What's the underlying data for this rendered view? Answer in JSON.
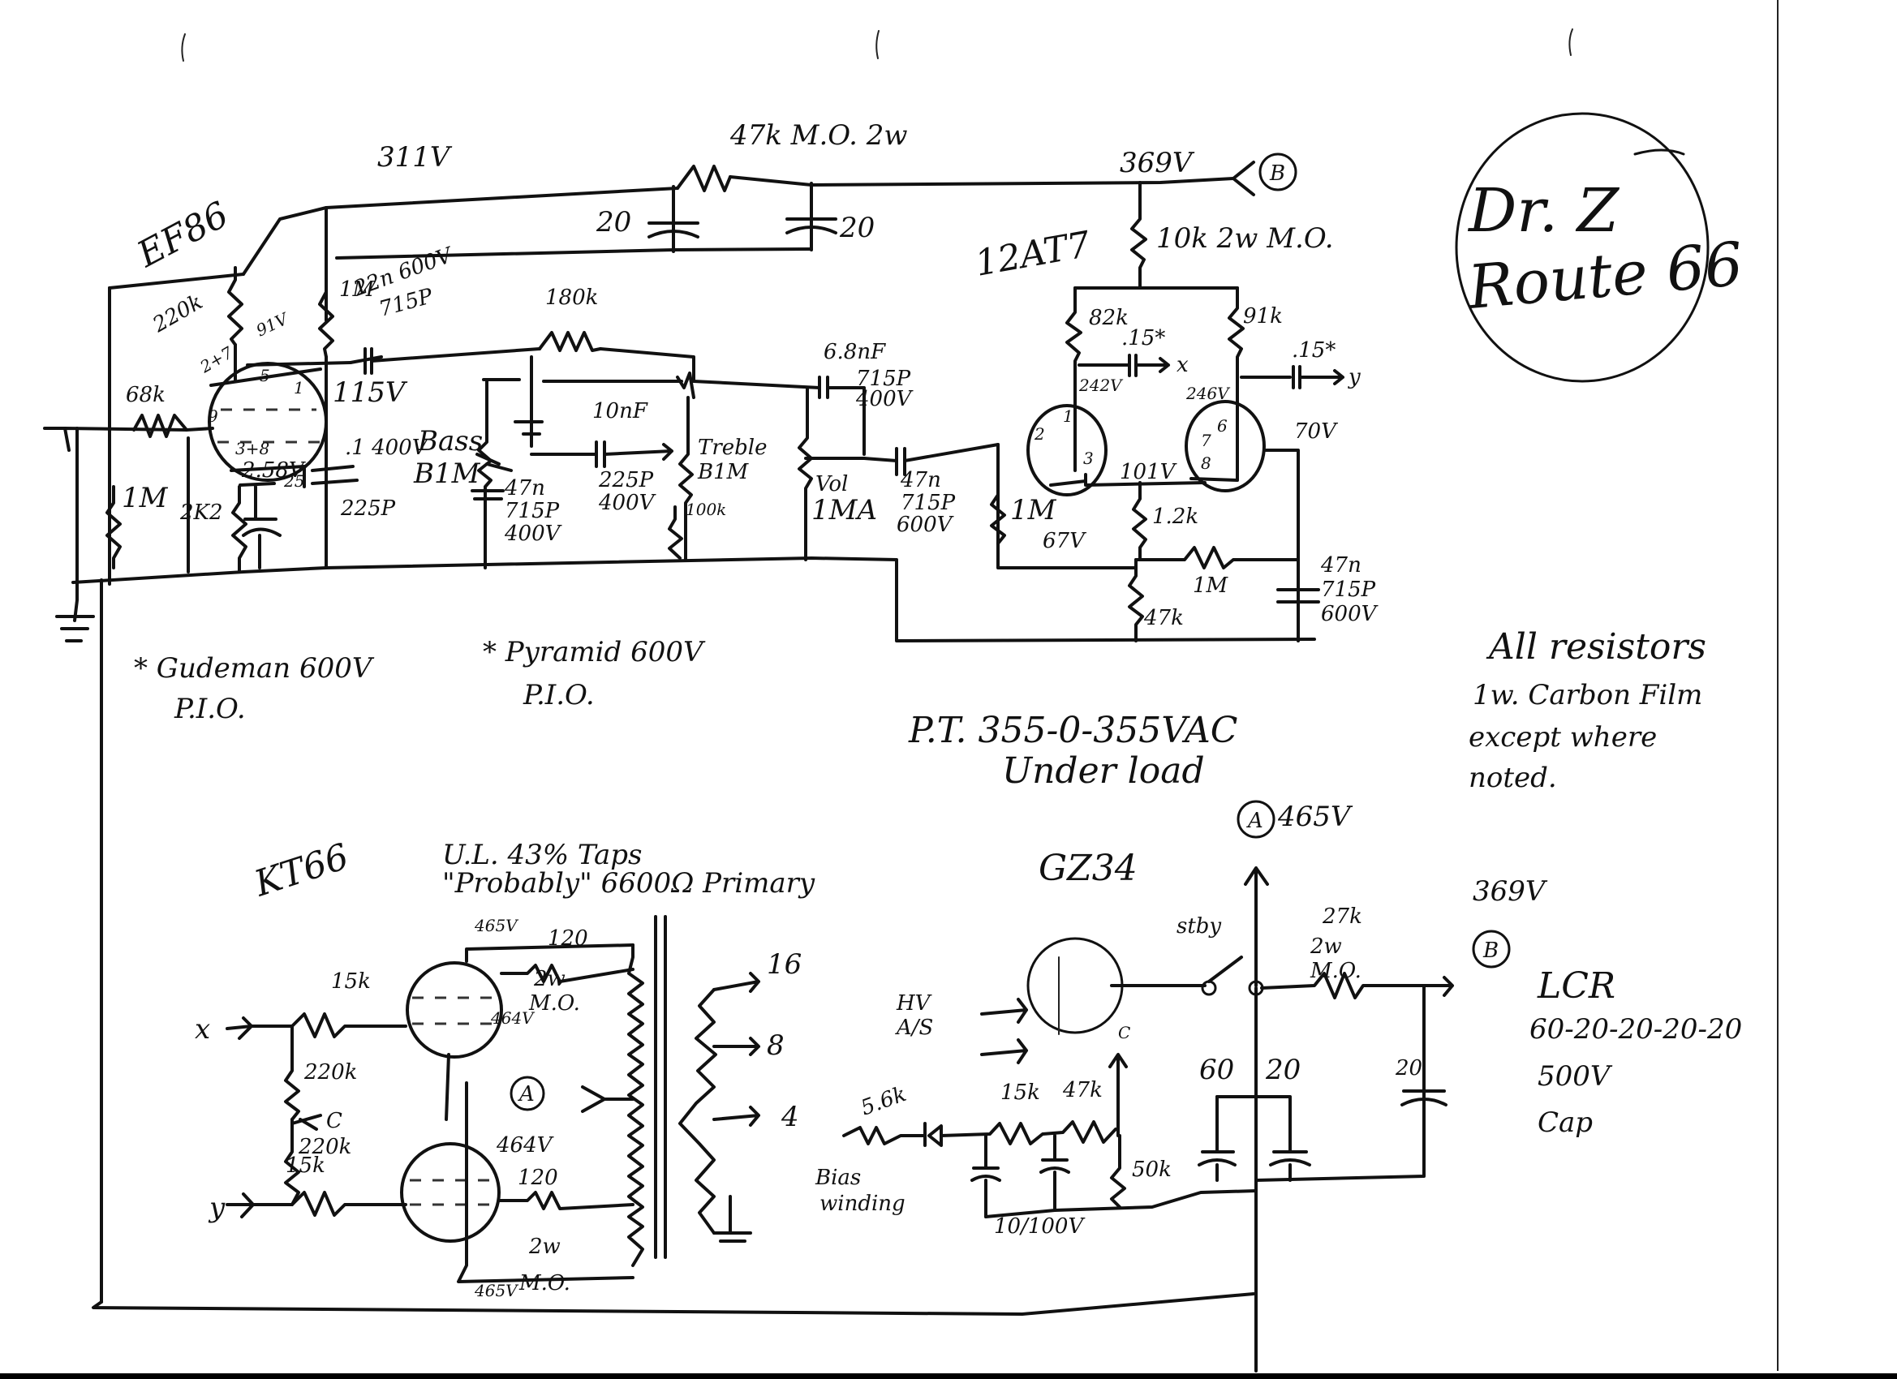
{
  "document": {
    "title_line1": "Dr. Z",
    "title_line2": "Route 66"
  },
  "preamp": {
    "tube1": "EF86",
    "tube2": "12AT7",
    "supply_311": "311V",
    "dropping_resistor": "47k M.O. 2w",
    "filter_cap_left": "20",
    "filter_cap_right": "20",
    "supply_369": "369V",
    "node_b": "B",
    "plate_resistor_12at7": "10k 2w M.O.",
    "ef86_plate_resistor": "220k",
    "ef86_plate_voltage": "91V",
    "ef86_screen_resistor": "1M",
    "coupling_cap": "22n 600V",
    "coupling_cap_type": "715P",
    "ef86_screen_voltage": "115V",
    "grid_stopper": "68k",
    "grid_leak": "1M",
    "cathode_resistor": "2K2",
    "cathode_voltage": "2.58V",
    "cathode_cap": "25",
    "pin_5": "5",
    "pin_1": "1",
    "pin_9": "9",
    "pin_38": "3+8",
    "pin_27": "2+7",
    "screen_cap": ".1 400V",
    "screen_cap_type": "225P",
    "tone_resistor": "180k",
    "bass_pot": "Bass",
    "bass_pot_value": "B1M",
    "bass_cap": "47n",
    "bass_cap_type": "715P",
    "bass_cap_voltage": "400V",
    "mid_cap": "10nF",
    "mid_cap_type": "225P",
    "mid_cap_voltage": "400V",
    "treble_pot": "Treble",
    "treble_pot_value": "B1M",
    "treble_resistor": "100k",
    "treble_cap": "6.8nF",
    "treble_cap_type": "715P",
    "treble_cap_voltage": "400V",
    "volume_pot": "Vol",
    "volume_pot_value": "1MA",
    "vol_cap": "47n",
    "vol_cap_type": "715P",
    "vol_cap_voltage": "600V",
    "pi_load_left": "82k",
    "pi_load_right": "91k",
    "pi_cap_left": ".15*",
    "pi_cap_right": ".15*",
    "pi_out_left": "x",
    "pi_out_right": "y",
    "pi_plate_left": "242V",
    "pi_plate_right": "246V",
    "pi_cathode": "101V",
    "pi_grid_right": "70V",
    "pi_grid_resistor": "1M",
    "pi_grid_voltage": "67V",
    "pi_cathode_resistor": "1.2k",
    "pi_feedback_resistor": "1M",
    "pi_tail_resistor": "47k",
    "pi_tail_cap": "47n",
    "pi_tail_cap_type": "715P",
    "pi_tail_cap_voltage": "600V",
    "pin_1b": "1",
    "pin_6": "6",
    "pin_2": "2",
    "pin_3": "3",
    "pin_7": "7",
    "pin_8": "8"
  },
  "notes": {
    "gudeman": "* Gudeman 600V",
    "gudeman_type": "P.I.O.",
    "pyramid": "* Pyramid 600V",
    "pyramid_type": "P.I.O.",
    "pt": "P.T. 355-0-355VAC",
    "pt_load": "Under load",
    "resistors_1": "All resistors",
    "resistors_2": "1w. Carbon Film",
    "resistors_3": "except where",
    "resistors_4": "noted."
  },
  "power_amp": {
    "tube": "KT66",
    "ot_note_1": "U.L. 43% Taps",
    "ot_note_2": "\"Probably\" 6600Ω Primary",
    "grid_stopper_top": "15k",
    "grid_stopper_bottom": "15k",
    "grid_resistor_top": "220k",
    "grid_resistor_bottom": "220k",
    "bias_feed": "C",
    "input_x": "x",
    "input_y": "y",
    "plate_top": "465V",
    "screen_top": "464V",
    "plate_bottom": "465V",
    "screen_bottom": "464V",
    "screen_res_top": "120",
    "screen_res_top_rating": "2w",
    "screen_res_top_type": "M.O.",
    "screen_res_bottom": "120",
    "screen_res_bottom_rating": "2w",
    "screen_res_bottom_type": "M.O.",
    "ct_node": "A",
    "tap_16": "16",
    "tap_8": "8",
    "tap_4": "4"
  },
  "power_supply": {
    "rectifier": "GZ34",
    "hv_label_1": "HV",
    "hv_label_2": "A/S",
    "standby": "stby",
    "node_a": "A",
    "node_a_voltage": "465V",
    "node_b_voltage": "369V",
    "node_b": "B",
    "drop_resistor": "27k",
    "drop_resistor_rating": "2w",
    "drop_resistor_type": "M.O.",
    "cap_60": "60",
    "cap_20a": "20",
    "cap_20b": "20",
    "bias_res_1": "5.6k",
    "bias_res_2": "15k",
    "bias_res_3": "47k",
    "bias_pot": "50k",
    "bias_caps": "10/100V",
    "bias_winding_1": "Bias",
    "bias_winding_2": "winding",
    "bias_out": "C",
    "lcr_1": "LCR",
    "lcr_2": "60-20-20-20-20",
    "lcr_3": "500V",
    "lcr_4": "Cap"
  }
}
